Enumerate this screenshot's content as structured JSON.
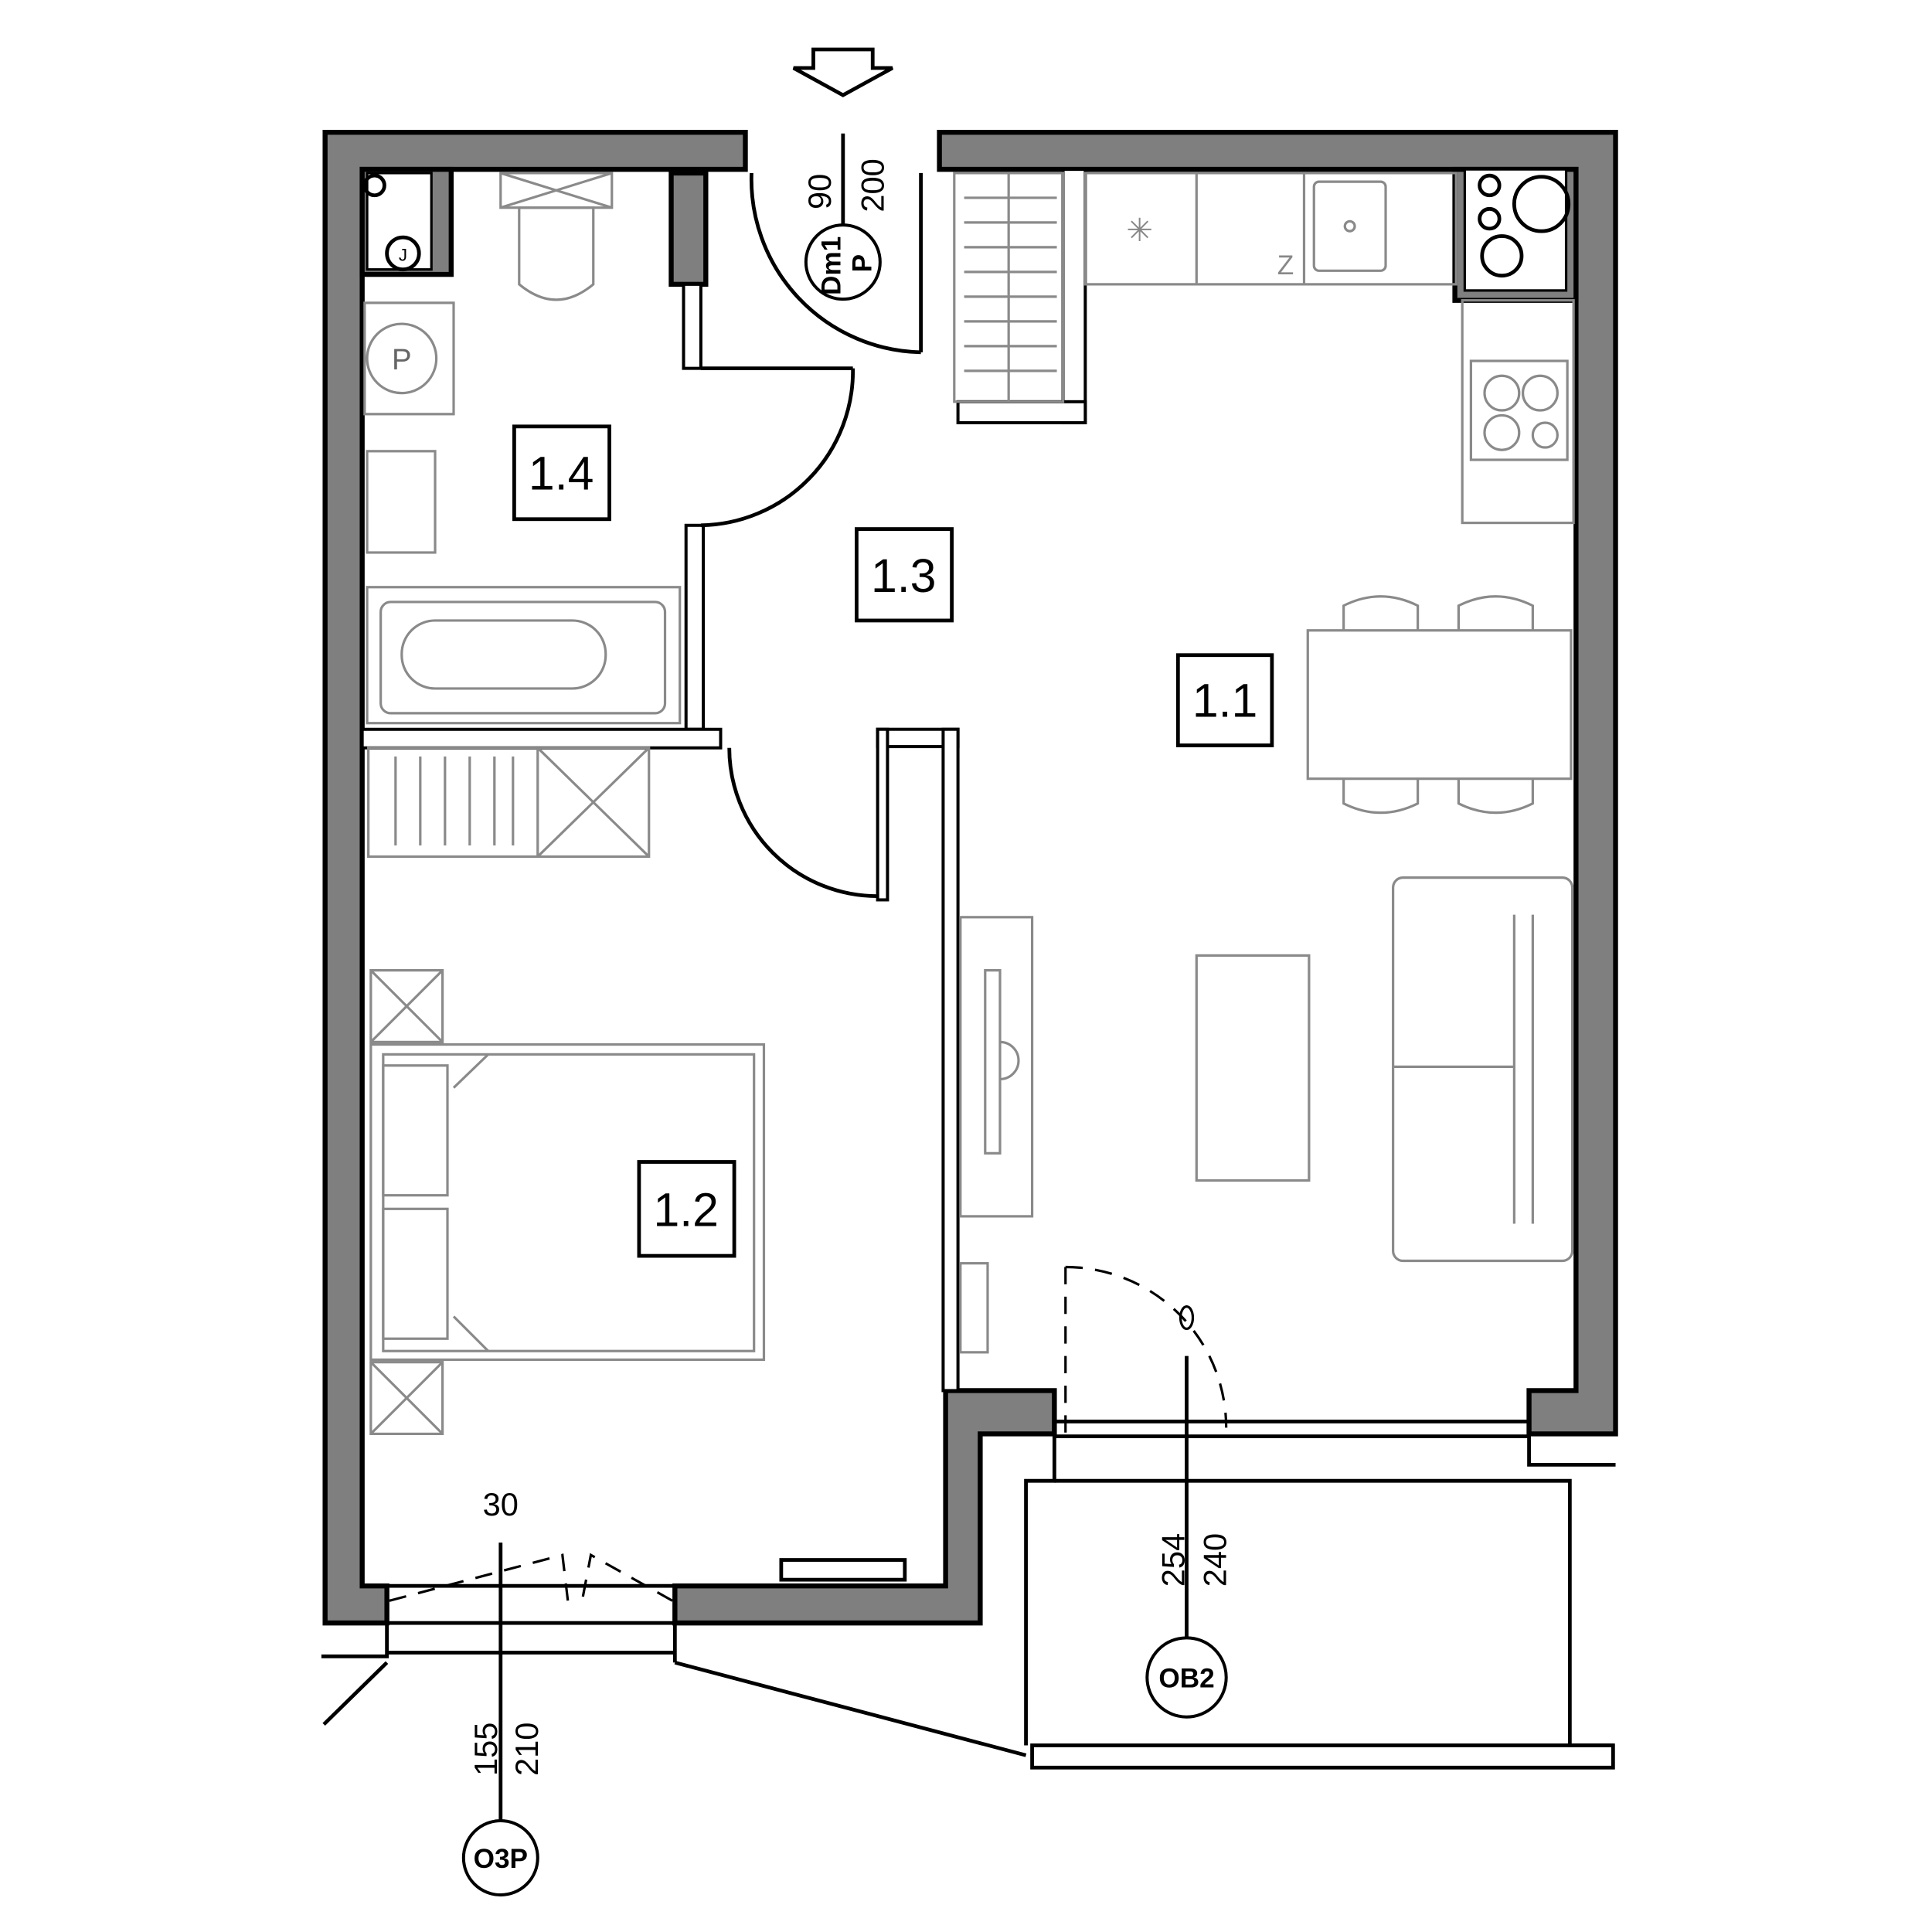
{
  "rooms": [
    {
      "id": "1.1"
    },
    {
      "id": "1.2"
    },
    {
      "id": "1.3"
    },
    {
      "id": "1.4"
    }
  ],
  "entrance_door": {
    "width": "90",
    "height": "200",
    "tag_line1": "Dm1",
    "tag_line2": "P"
  },
  "bedroom_window": {
    "sill": "30",
    "width": "155",
    "height": "210",
    "tag": "O3P"
  },
  "balcony_door": {
    "width": "254",
    "height": "240",
    "tag": "OB2"
  },
  "fixtures": {
    "washer_label": "P",
    "fridge_label": "Z",
    "boiler_label": "J"
  },
  "colors": {
    "wall_fill": "#7f7f7f",
    "line": "#000000",
    "furniture": "#8a8a8a"
  }
}
